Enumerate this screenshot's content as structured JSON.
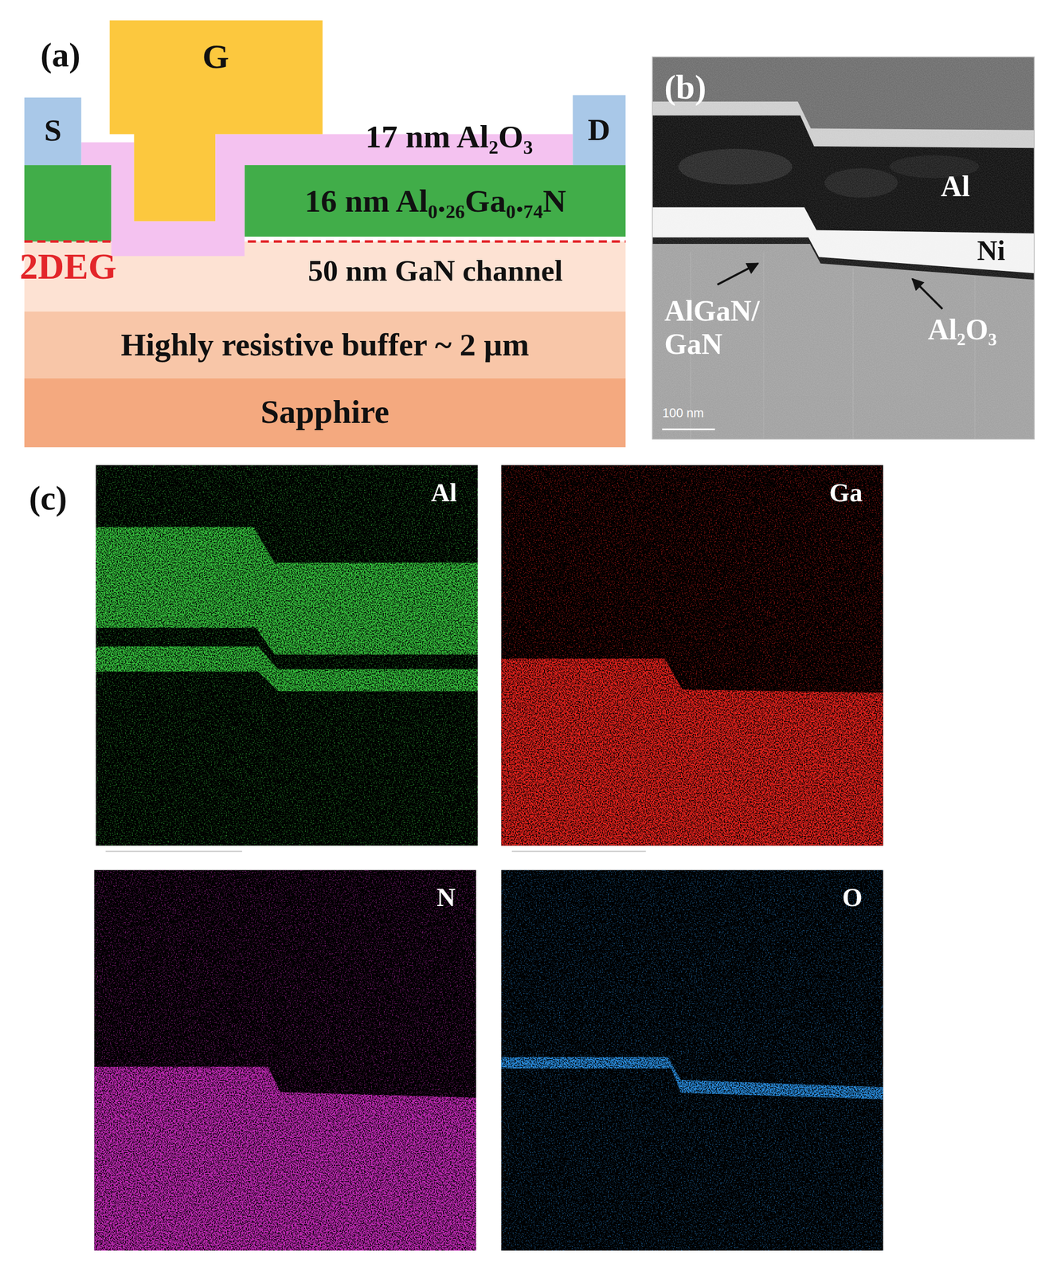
{
  "diagram": {
    "nodes": [
      {
        "text": [
          "G"
        ]
      },
      {
        "text": [
          "S"
        ]
      },
      {
        "text": [
          "D"
        ]
      },
      {
        "text": [
          "17 nm Al₂O₃"
        ]
      },
      {
        "text": [
          "16 nm Al₀.₂₆Ga₀.₇₄N"
        ]
      },
      {
        "text": [
          "50 nm GaN channel"
        ]
      },
      {
        "text": [
          "Highly resistive buffer ~ 2 µm"
        ]
      },
      {
        "text": [
          "Sapphire"
        ]
      },
      {
        "text": [
          "Al"
        ]
      },
      {
        "text": [
          "Ga"
        ]
      },
      {
        "text": [
          "N"
        ]
      },
      {
        "text": [
          "O"
        ]
      }
    ],
    "labels": [
      "(a)",
      "2DEG",
      "(b)",
      "Al",
      "Ni",
      "AlGaN/ GaN",
      "Al₂O₃",
      "100 nm",
      "(c)"
    ]
  }
}
